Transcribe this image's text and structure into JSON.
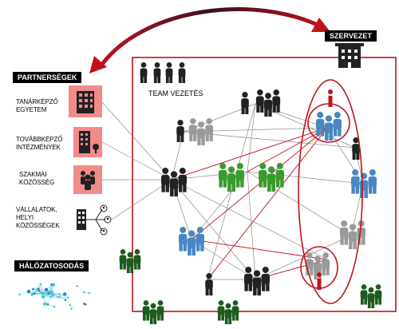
{
  "partners": {
    "header": "PARTNERSÉGEK",
    "items": [
      {
        "label": "TANÁRKÉPZŐ\nEGYETEM",
        "icon": "university-building-icon"
      },
      {
        "label": "TOVÁBBKÉPZŐ\nINTÉZMÉNYEK",
        "icon": "training-institution-icon"
      },
      {
        "label": "SZAKMAI\nKÖZÖSSÉG",
        "icon": "professional-community-icon"
      },
      {
        "label": "VÁLLALATOK,\nHELYI\nKÖZÖSSÉGEK",
        "icon": "company-network-icon"
      }
    ]
  },
  "organization": {
    "header": "SZERVEZET",
    "icon": "organization-building-icon"
  },
  "team_label": "TEAM VEZETÉS",
  "networking": {
    "header": "HÁLÓZATOSODÁS",
    "icon": "network-mesh-icon"
  },
  "colors": {
    "accent_red": "#c0121b",
    "partner_pink": "#f28b8b",
    "person_dark": "#222222",
    "person_gray": "#9a9a9a",
    "person_blue": "#4a86c0",
    "person_green": "#3a9a2e",
    "person_darkgreen": "#1f5a1f",
    "network_cyan": "#3ec4d8"
  }
}
